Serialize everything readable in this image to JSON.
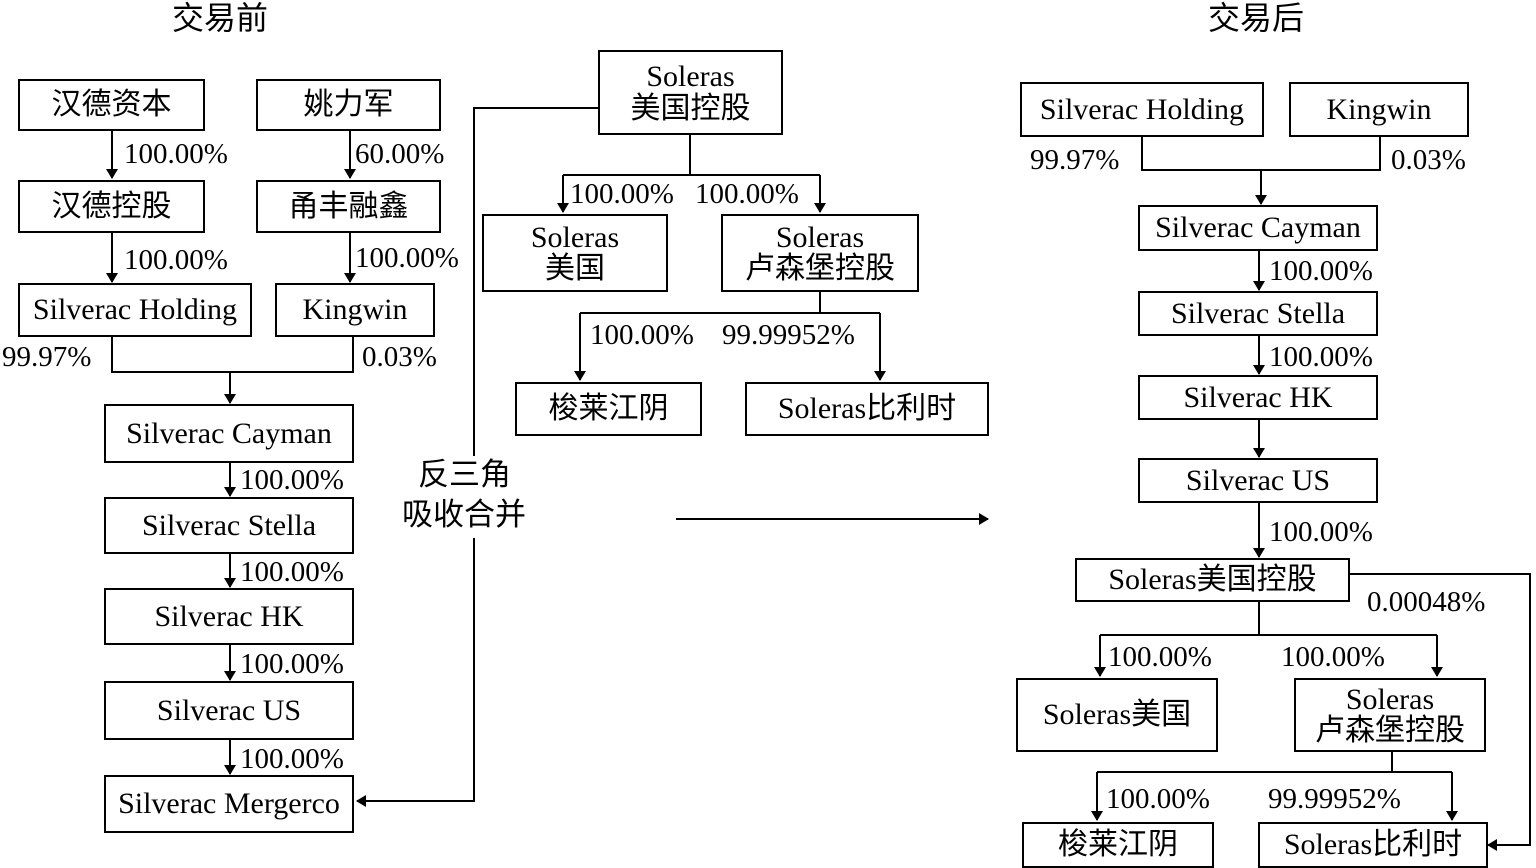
{
  "titles": {
    "before": "交易前",
    "after": "交易后"
  },
  "before": {
    "handecapital": "汉德资本",
    "yaolijun": "姚力军",
    "handeholding": "汉德控股",
    "yongfeng": "甬丰融鑫",
    "silverac_holding": "Silverac Holding",
    "kingwin": "Kingwin",
    "silverac_cayman": "Silverac Cayman",
    "silverac_stella": "Silverac Stella",
    "silverac_hk": "Silverac HK",
    "silverac_us": "Silverac US",
    "silverac_mergerco": "Silverac Mergerco",
    "pct": {
      "hande_holding": "100.00%",
      "yao_yongfeng": "60.00%",
      "holding_silverac": "100.00%",
      "yongfeng_kingwin": "100.00%",
      "silverac_holding_cayman": "99.97%",
      "kingwin_cayman": "0.03%",
      "cayman_stella": "100.00%",
      "stella_hk": "100.00%",
      "hk_us": "100.00%",
      "us_mergerco": "100.00%"
    }
  },
  "target": {
    "soleras_us_holding": [
      "Soleras",
      "美国控股"
    ],
    "soleras_us": [
      "Soleras",
      "美国"
    ],
    "soleras_lux": [
      "Soleras",
      "卢森堡控股"
    ],
    "jiangyin": "梭莱江阴",
    "belgium": "Soleras比利时",
    "pct": {
      "to_us": "100.00%",
      "to_lux": "100.00%",
      "lux_jiangyin": "100.00%",
      "lux_belgium": "99.99952%"
    }
  },
  "merger": {
    "line1": "反三角",
    "line2": "吸收合并"
  },
  "after": {
    "silverac_holding": "Silverac Holding",
    "kingwin": "Kingwin",
    "silverac_cayman": "Silverac Cayman",
    "silverac_stella": "Silverac Stella",
    "silverac_hk": "Silverac HK",
    "silverac_us": "Silverac US",
    "soleras_us_holding": "Soleras美国控股",
    "soleras_us": "Soleras美国",
    "soleras_lux": [
      "Soleras",
      "卢森堡控股"
    ],
    "jiangyin": "梭莱江阴",
    "belgium": "Soleras比利时",
    "pct": {
      "holding_cayman": "99.97%",
      "kingwin_cayman": "0.03%",
      "cayman_stella": "100.00%",
      "stella_hk": "100.00%",
      "us_soleras": "100.00%",
      "soleras_belgium": "0.00048%",
      "to_us": "100.00%",
      "to_lux": "100.00%",
      "lux_jiangyin": "100.00%",
      "lux_belgium": "99.99952%"
    }
  }
}
